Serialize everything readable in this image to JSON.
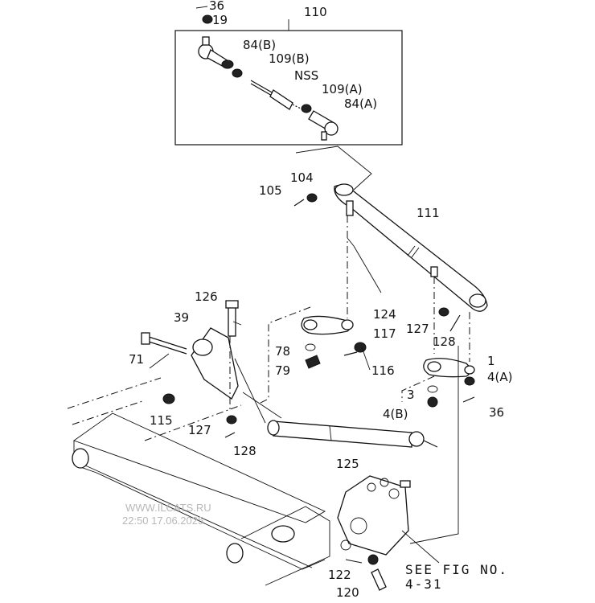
{
  "labels": {
    "n36_top": "36",
    "n19": "19",
    "n110": "110",
    "n84b": "84(B)",
    "n109b": "109(B)",
    "nss": "NSS",
    "n109a": "109(A)",
    "n84a": "84(A)",
    "n104": "104",
    "n105": "105",
    "n111": "111",
    "n126": "126",
    "n39": "39",
    "n71": "71",
    "n124": "124",
    "n117": "117",
    "n127_right": "127",
    "n128_right": "128",
    "n78": "78",
    "n79": "79",
    "n116": "116",
    "n1": "1",
    "n4a": "4(A)",
    "n3": "3",
    "n4b": "4(B)",
    "n36_right": "36",
    "n115": "115",
    "n127_left": "127",
    "n128_left": "128",
    "n125": "125",
    "n122": "122",
    "n120": "120"
  },
  "reference": {
    "line1": "SEE FIG NO.",
    "line2": "4-31"
  },
  "watermark": {
    "site": "WWW.ILCATS.RU",
    "timestamp": "22:50 17.06.2025"
  }
}
